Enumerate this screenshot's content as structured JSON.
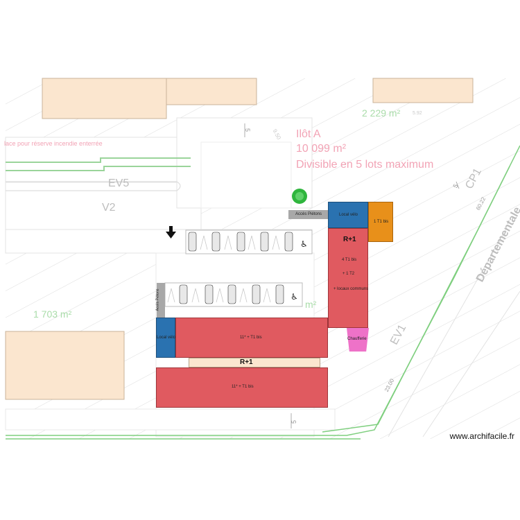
{
  "ilot": {
    "name": "Ilôt A",
    "area": "10 099 m²",
    "note": "Divisible en 5 lots maximum"
  },
  "areas": {
    "north": "2 229 m²",
    "west": "1 703 m²",
    "center_partial": "m²"
  },
  "roads": {
    "ev5": "EV5",
    "v2": "V2",
    "ev1": "EV1",
    "cp1": "CP1",
    "departemental": "Départementale"
  },
  "notes": {
    "reserve": "lace pour réserve incendie enterrée"
  },
  "dims": {
    "d5_top": "5",
    "d5_right": "5",
    "d5_bottom": "5",
    "d2300": "23.00",
    "d6022": "60.22",
    "d950": "9.50",
    "d592": "5.92"
  },
  "buildings": {
    "acces_pietons_top": "Accès Piétons",
    "acces_pietons_side": "Accès Piétons",
    "local_velo_top": "Local vélo",
    "local_velo_left": "Local vélo",
    "t1_box": "1 T1 bis",
    "rp1_right": "R+1",
    "rp1_right_l1": "4 T1 bis",
    "rp1_right_l2": "+ 1 T2",
    "rp1_right_l3": "+ locaux communs",
    "block_mid_text": "11* + T1 bis",
    "rp1_center": "R+1",
    "block_bottom_text": "11* + T1 bis",
    "chaufferie": "Chaufferie"
  },
  "colors": {
    "red_block": "#e05a60",
    "blue_box": "#2a72b0",
    "orange_box": "#e8901a",
    "pink_box": "#ee72c8",
    "beige": "#fbe6cf",
    "gray_access": "#a8a8a8",
    "hatch": "#dcdcdc",
    "green_line": "#7fcf7f",
    "pink_text": "#f2a3b5"
  },
  "watermark": "www.archifacile.fr"
}
